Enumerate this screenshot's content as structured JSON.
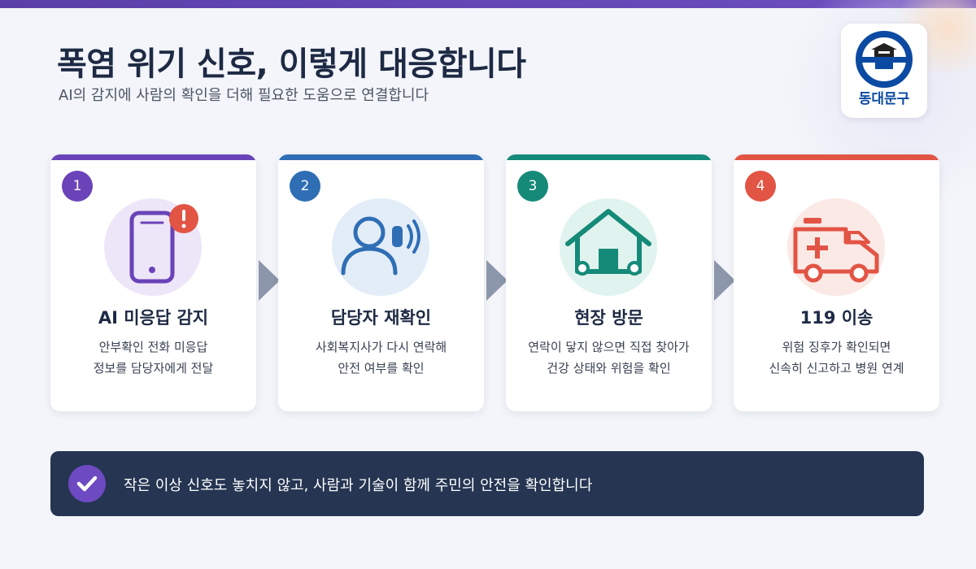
{
  "header": {
    "title": "폭염 위기 신호, 이렇게 대응합니다",
    "subtitle": "AI의 감지에 사람의 확인을 더해 필요한 도움으로 연결합니다"
  },
  "logo": {
    "text": "동대문구",
    "icon": "dongdaemun-gate-emblem"
  },
  "steps": [
    {
      "number": "1",
      "title": "AI 미응답 감지",
      "desc_line1": "안부확인 전화 미응답",
      "desc_line2": "정보를 담당자에게 전달",
      "icon": "phone-alert-icon",
      "color": "#6a43b8",
      "bg": "#ede6f8"
    },
    {
      "number": "2",
      "title": "담당자 재확인",
      "desc_line1": "사회복지사가 다시 연락해",
      "desc_line2": "안전 여부를 확인",
      "icon": "person-calling-icon",
      "color": "#2f6eb5",
      "bg": "#e3edf8"
    },
    {
      "number": "3",
      "title": "현장 방문",
      "desc_line1": "연락이 닿지 않으면 직접 찾아가",
      "desc_line2": "건강 상태와 위험을 확인",
      "icon": "house-icon",
      "color": "#158a78",
      "bg": "#e1f3ef"
    },
    {
      "number": "4",
      "title": "119 이송",
      "desc_line1": "위험 징후가 확인되면",
      "desc_line2": "신속히 신고하고 병원 연계",
      "icon": "ambulance-icon",
      "color": "#e25444",
      "bg": "#fbe9e6"
    }
  ],
  "banner": {
    "text": "작은 이상 신호도 놓치지 않고, 사람과 기술이 함께 주민의 안전을 확인합니다",
    "icon": "check-icon"
  }
}
